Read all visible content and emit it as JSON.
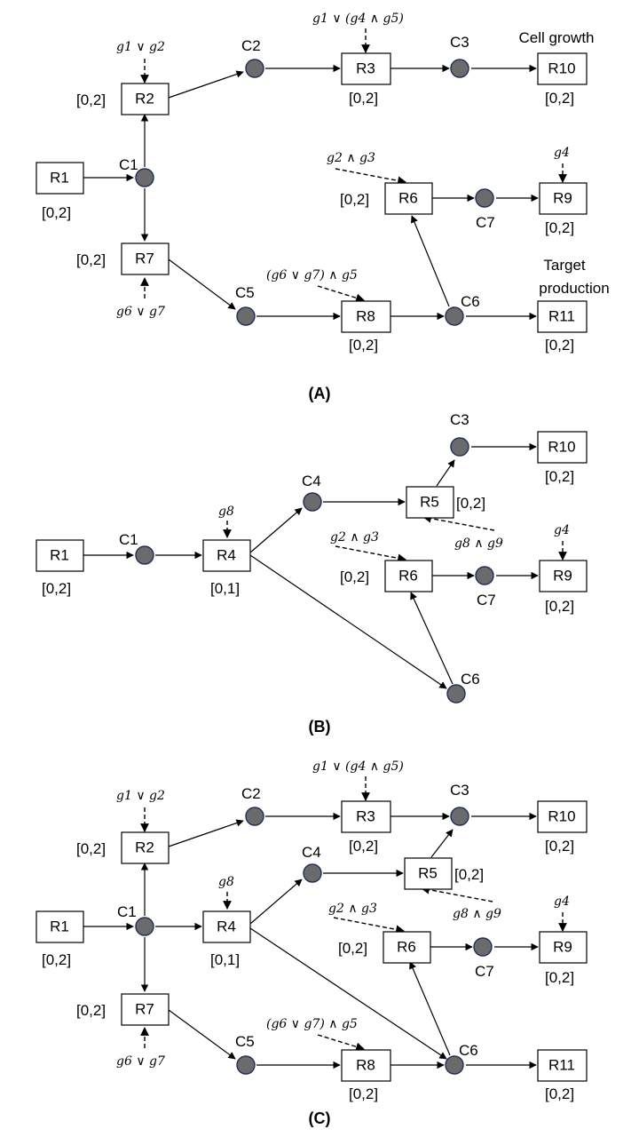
{
  "panels": [
    {
      "label": "(A)",
      "nodes": {
        "R1": {
          "label": "R1",
          "bound": "[0,2]"
        },
        "R2": {
          "label": "R2",
          "bound": "[0,2]",
          "reg": "g1 ∨ g2"
        },
        "R7": {
          "label": "R7",
          "bound": "[0,2]",
          "reg": "g6 ∨ g7"
        },
        "R3": {
          "label": "R3",
          "bound": "[0,2]",
          "reg": "g1 ∨ (g4 ∧ g5)"
        },
        "R10": {
          "label": "R10",
          "bound": "[0,2]",
          "note": "Cell growth"
        },
        "R6": {
          "label": "R6",
          "bound": "[0,2]",
          "reg": "g2 ∧ g3"
        },
        "R9": {
          "label": "R9",
          "bound": "[0,2]",
          "reg": "g4"
        },
        "R8": {
          "label": "R8",
          "bound": "[0,2]",
          "reg": "(g6 ∨ g7) ∧ g5"
        },
        "R11": {
          "label": "R11",
          "bound": "[0,2]",
          "note1": "Target",
          "note2": "production"
        },
        "C1": {
          "label": "C1"
        },
        "C2": {
          "label": "C2"
        },
        "C3": {
          "label": "C3"
        },
        "C5": {
          "label": "C5"
        },
        "C6": {
          "label": "C6"
        },
        "C7": {
          "label": "C7"
        }
      }
    },
    {
      "label": "(B)",
      "nodes": {
        "R1": {
          "label": "R1",
          "bound": "[0,2]"
        },
        "R4": {
          "label": "R4",
          "bound": "[0,1]",
          "reg": "g8"
        },
        "R5": {
          "label": "R5",
          "bound": "[0,2]",
          "reg": "g8 ∧ g9"
        },
        "R10": {
          "label": "R10",
          "bound": "[0,2]"
        },
        "R6": {
          "label": "R6",
          "bound": "[0,2]",
          "reg": "g2 ∧ g3"
        },
        "R9": {
          "label": "R9",
          "bound": "[0,2]",
          "reg": "g4"
        },
        "C1": {
          "label": "C1"
        },
        "C3": {
          "label": "C3"
        },
        "C4": {
          "label": "C4"
        },
        "C6": {
          "label": "C6"
        },
        "C7": {
          "label": "C7"
        }
      }
    },
    {
      "label": "(C)",
      "nodes": {
        "R1": {
          "label": "R1",
          "bound": "[0,2]"
        },
        "R2": {
          "label": "R2",
          "bound": "[0,2]",
          "reg": "g1 ∨ g2"
        },
        "R3": {
          "label": "R3",
          "bound": "[0,2]",
          "reg": "g1 ∨ (g4 ∧ g5)"
        },
        "R10": {
          "label": "R10",
          "bound": "[0,2]"
        },
        "R4": {
          "label": "R4",
          "bound": "[0,1]",
          "reg": "g8"
        },
        "R5": {
          "label": "R5",
          "bound": "[0,2]",
          "reg": "g8 ∧ g9"
        },
        "R6": {
          "label": "R6",
          "bound": "[0,2]",
          "reg": "g2 ∧ g3"
        },
        "R9": {
          "label": "R9",
          "bound": "[0,2]",
          "reg": "g4"
        },
        "R7": {
          "label": "R7",
          "bound": "[0,2]",
          "reg": "g6 ∨ g7"
        },
        "R8": {
          "label": "R8",
          "bound": "[0,2]",
          "reg": "(g6 ∨ g7) ∧ g5"
        },
        "R11": {
          "label": "R11",
          "bound": "[0,2]"
        },
        "C1": {
          "label": "C1"
        },
        "C2": {
          "label": "C2"
        },
        "C3": {
          "label": "C3"
        },
        "C4": {
          "label": "C4"
        },
        "C5": {
          "label": "C5"
        },
        "C6": {
          "label": "C6"
        },
        "C7": {
          "label": "C7"
        }
      }
    }
  ]
}
